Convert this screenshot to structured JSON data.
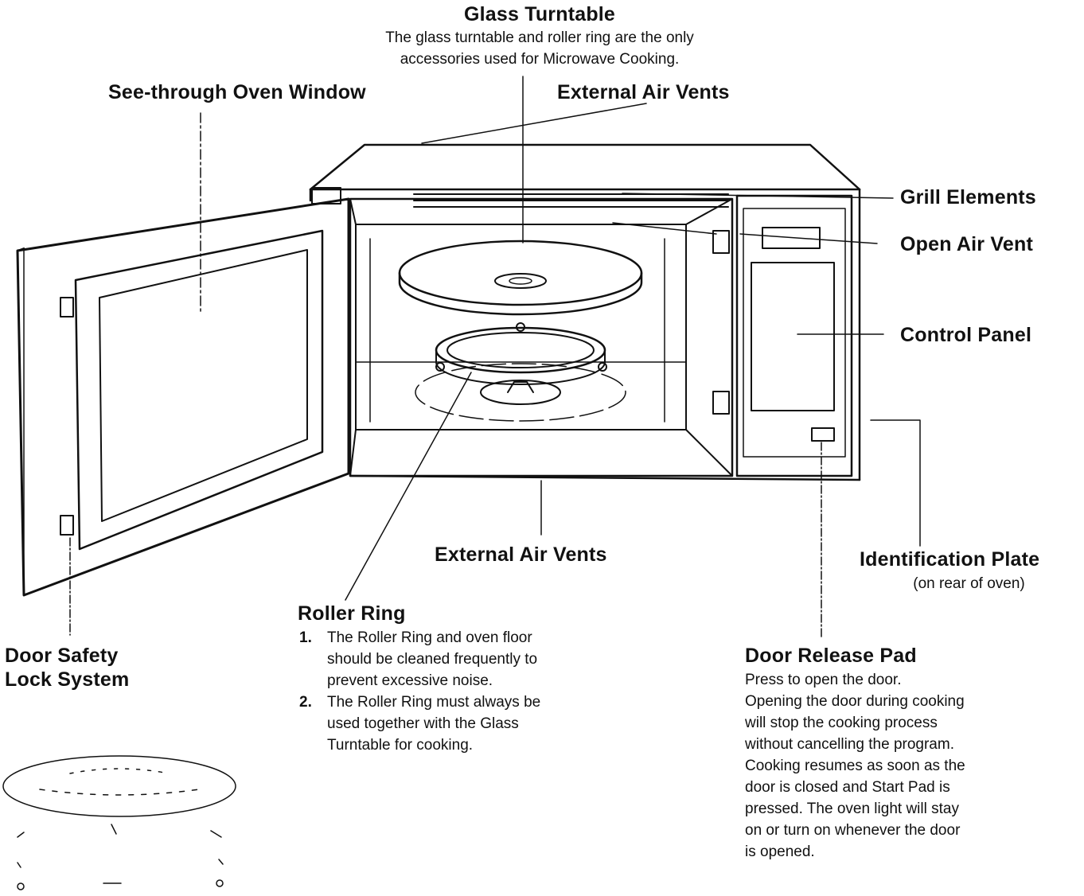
{
  "labels": {
    "glass_turntable": {
      "title": "Glass Turntable",
      "desc": [
        "The glass turntable and roller ring are the only",
        "accessories used for Microwave Cooking."
      ]
    },
    "oven_window": "See-through Oven Window",
    "air_vents_top": "External Air Vents",
    "grill_elements": "Grill Elements",
    "open_air_vent": "Open Air Vent",
    "control_panel": "Control Panel",
    "air_vents_bottom": "External Air Vents",
    "identification_plate": {
      "title": "Identification Plate",
      "note": "(on rear of oven)"
    },
    "roller_ring": {
      "title": "Roller Ring",
      "items": [
        {
          "num": "1.",
          "lines": [
            "The Roller Ring and oven floor",
            "should be cleaned frequently to",
            "prevent excessive noise."
          ]
        },
        {
          "num": "2.",
          "lines": [
            "The Roller Ring must always be",
            "used together with the Glass",
            "Turntable for cooking."
          ]
        }
      ]
    },
    "door_safety": [
      "Door Safety",
      "Lock System"
    ],
    "door_release": {
      "title": "Door Release Pad",
      "lines": [
        "Press to open the door.",
        "Opening the door during cooking",
        "will stop the cooking process",
        "without cancelling the program.",
        "Cooking resumes as soon as the",
        "door is closed and Start Pad is",
        "pressed. The oven light will stay",
        "on or turn on whenever the door",
        "is opened."
      ]
    }
  }
}
